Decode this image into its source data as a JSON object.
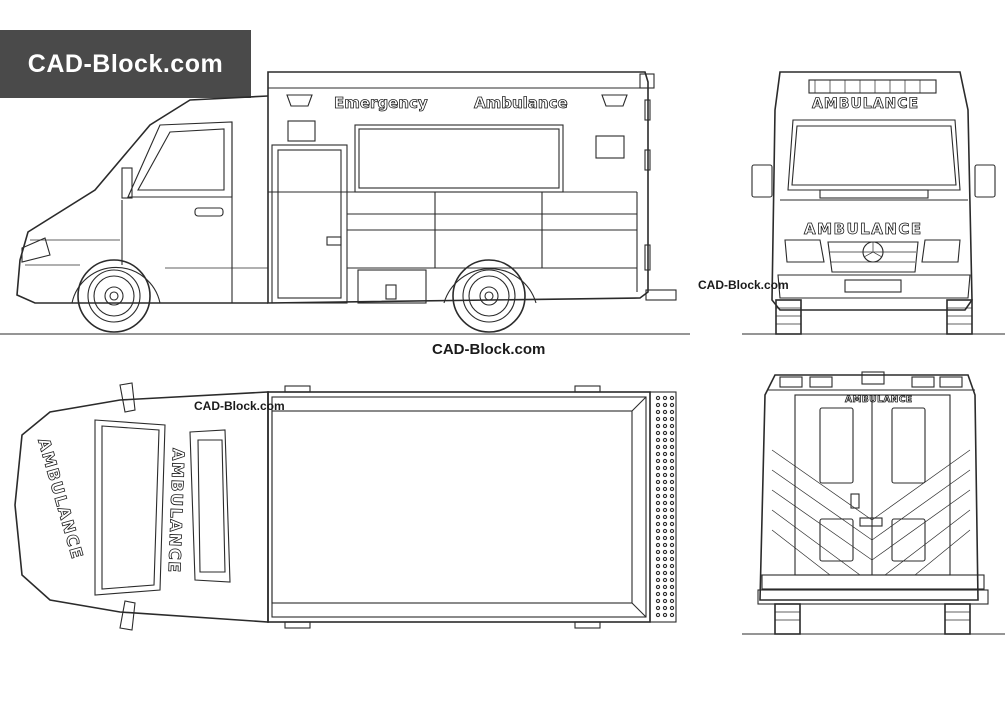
{
  "brand": {
    "logo_text": "CAD-Block.com"
  },
  "watermarks": {
    "side_bottom": "CAD-Block.com",
    "front_left": "CAD-Block.com",
    "top_view": "CAD-Block.com"
  },
  "vehicle_labels": {
    "side_word_1": "Emergency",
    "side_word_2": "Ambulance",
    "front_header": "AMBULANCE",
    "front_hood": "AMBULANCE",
    "rear_header": "AMBULANCE",
    "top_hood_left": "AMBULANCE",
    "top_hood_right": "AMBULANCE"
  },
  "colors": {
    "logo_bg": "#4a4a4a",
    "logo_text": "#ffffff",
    "line": "#2b2b2b"
  }
}
